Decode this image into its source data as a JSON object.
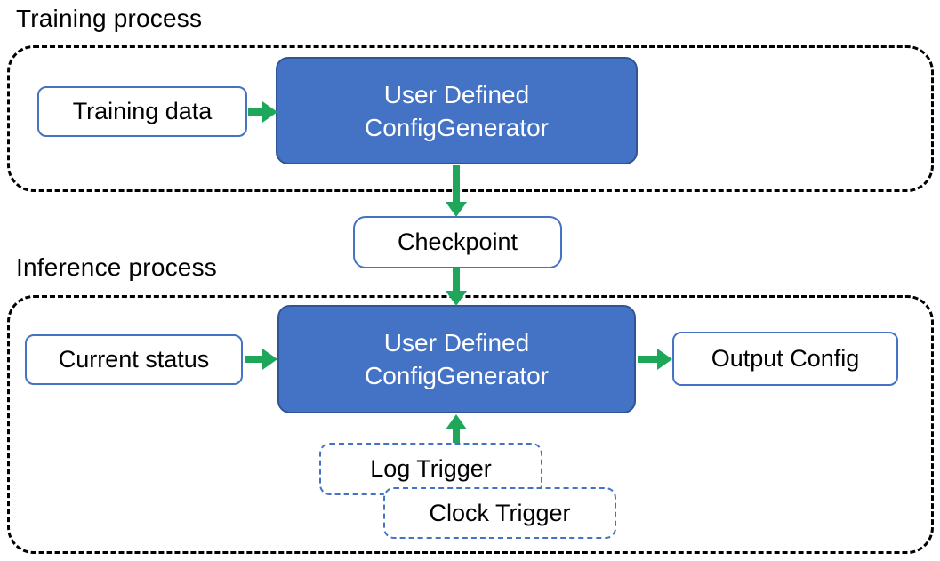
{
  "diagram": {
    "training_section": {
      "title": "Training process",
      "input_box": "Training data",
      "generator_box": {
        "line1": "User Defined",
        "line2": "ConfigGenerator"
      }
    },
    "checkpoint_box": "Checkpoint",
    "inference_section": {
      "title": "Inference process",
      "input_box": "Current status",
      "generator_box": {
        "line1": "User Defined",
        "line2": "ConfigGenerator"
      },
      "output_box": "Output Config",
      "log_trigger_box": "Log Trigger",
      "clock_trigger_box": "Clock Trigger"
    },
    "colors": {
      "generator_fill": "#4472C4",
      "generator_border": "#2F5597",
      "label_box_border": "#4472C4",
      "trigger_box_border": "#4472C4",
      "arrow_green": "#1EA75A",
      "container_border": "#000000",
      "text_dark": "#000000",
      "text_on_fill": "#FFFFFF"
    }
  }
}
